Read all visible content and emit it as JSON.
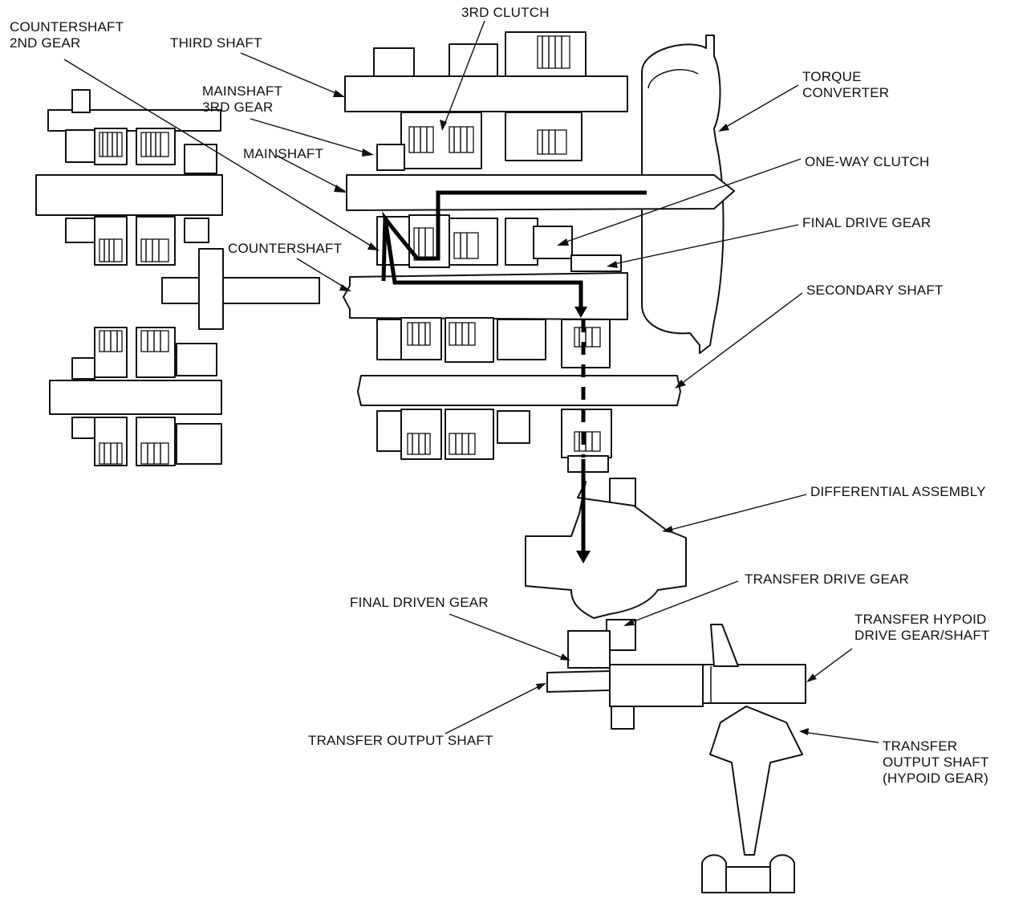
{
  "labels": {
    "countershaft_2nd_gear": "COUNTERSHAFT\n2ND GEAR",
    "third_shaft": "THIRD SHAFT",
    "third_clutch": "3RD CLUTCH",
    "mainshaft_3rd_gear": "MAINSHAFT\n3RD GEAR",
    "mainshaft": "MAINSHAFT",
    "torque_converter": "TORQUE\nCONVERTER",
    "one_way_clutch": "ONE-WAY CLUTCH",
    "final_drive_gear": "FINAL DRIVE GEAR",
    "countershaft": "COUNTERSHAFT",
    "secondary_shaft": "SECONDARY SHAFT",
    "differential_assembly": "DIFFERENTIAL ASSEMBLY",
    "transfer_drive_gear": "TRANSFER DRIVE GEAR",
    "final_driven_gear": "FINAL DRIVEN GEAR",
    "transfer_hypoid_drive_gear_shaft": "TRANSFER HYPOID\nDRIVE GEAR/SHAFT",
    "transfer_output_shaft": "TRANSFER OUTPUT SHAFT",
    "transfer_output_shaft_hypoid_gear": "TRANSFER\nOUTPUT SHAFT\n(HYPOID GEAR)"
  }
}
